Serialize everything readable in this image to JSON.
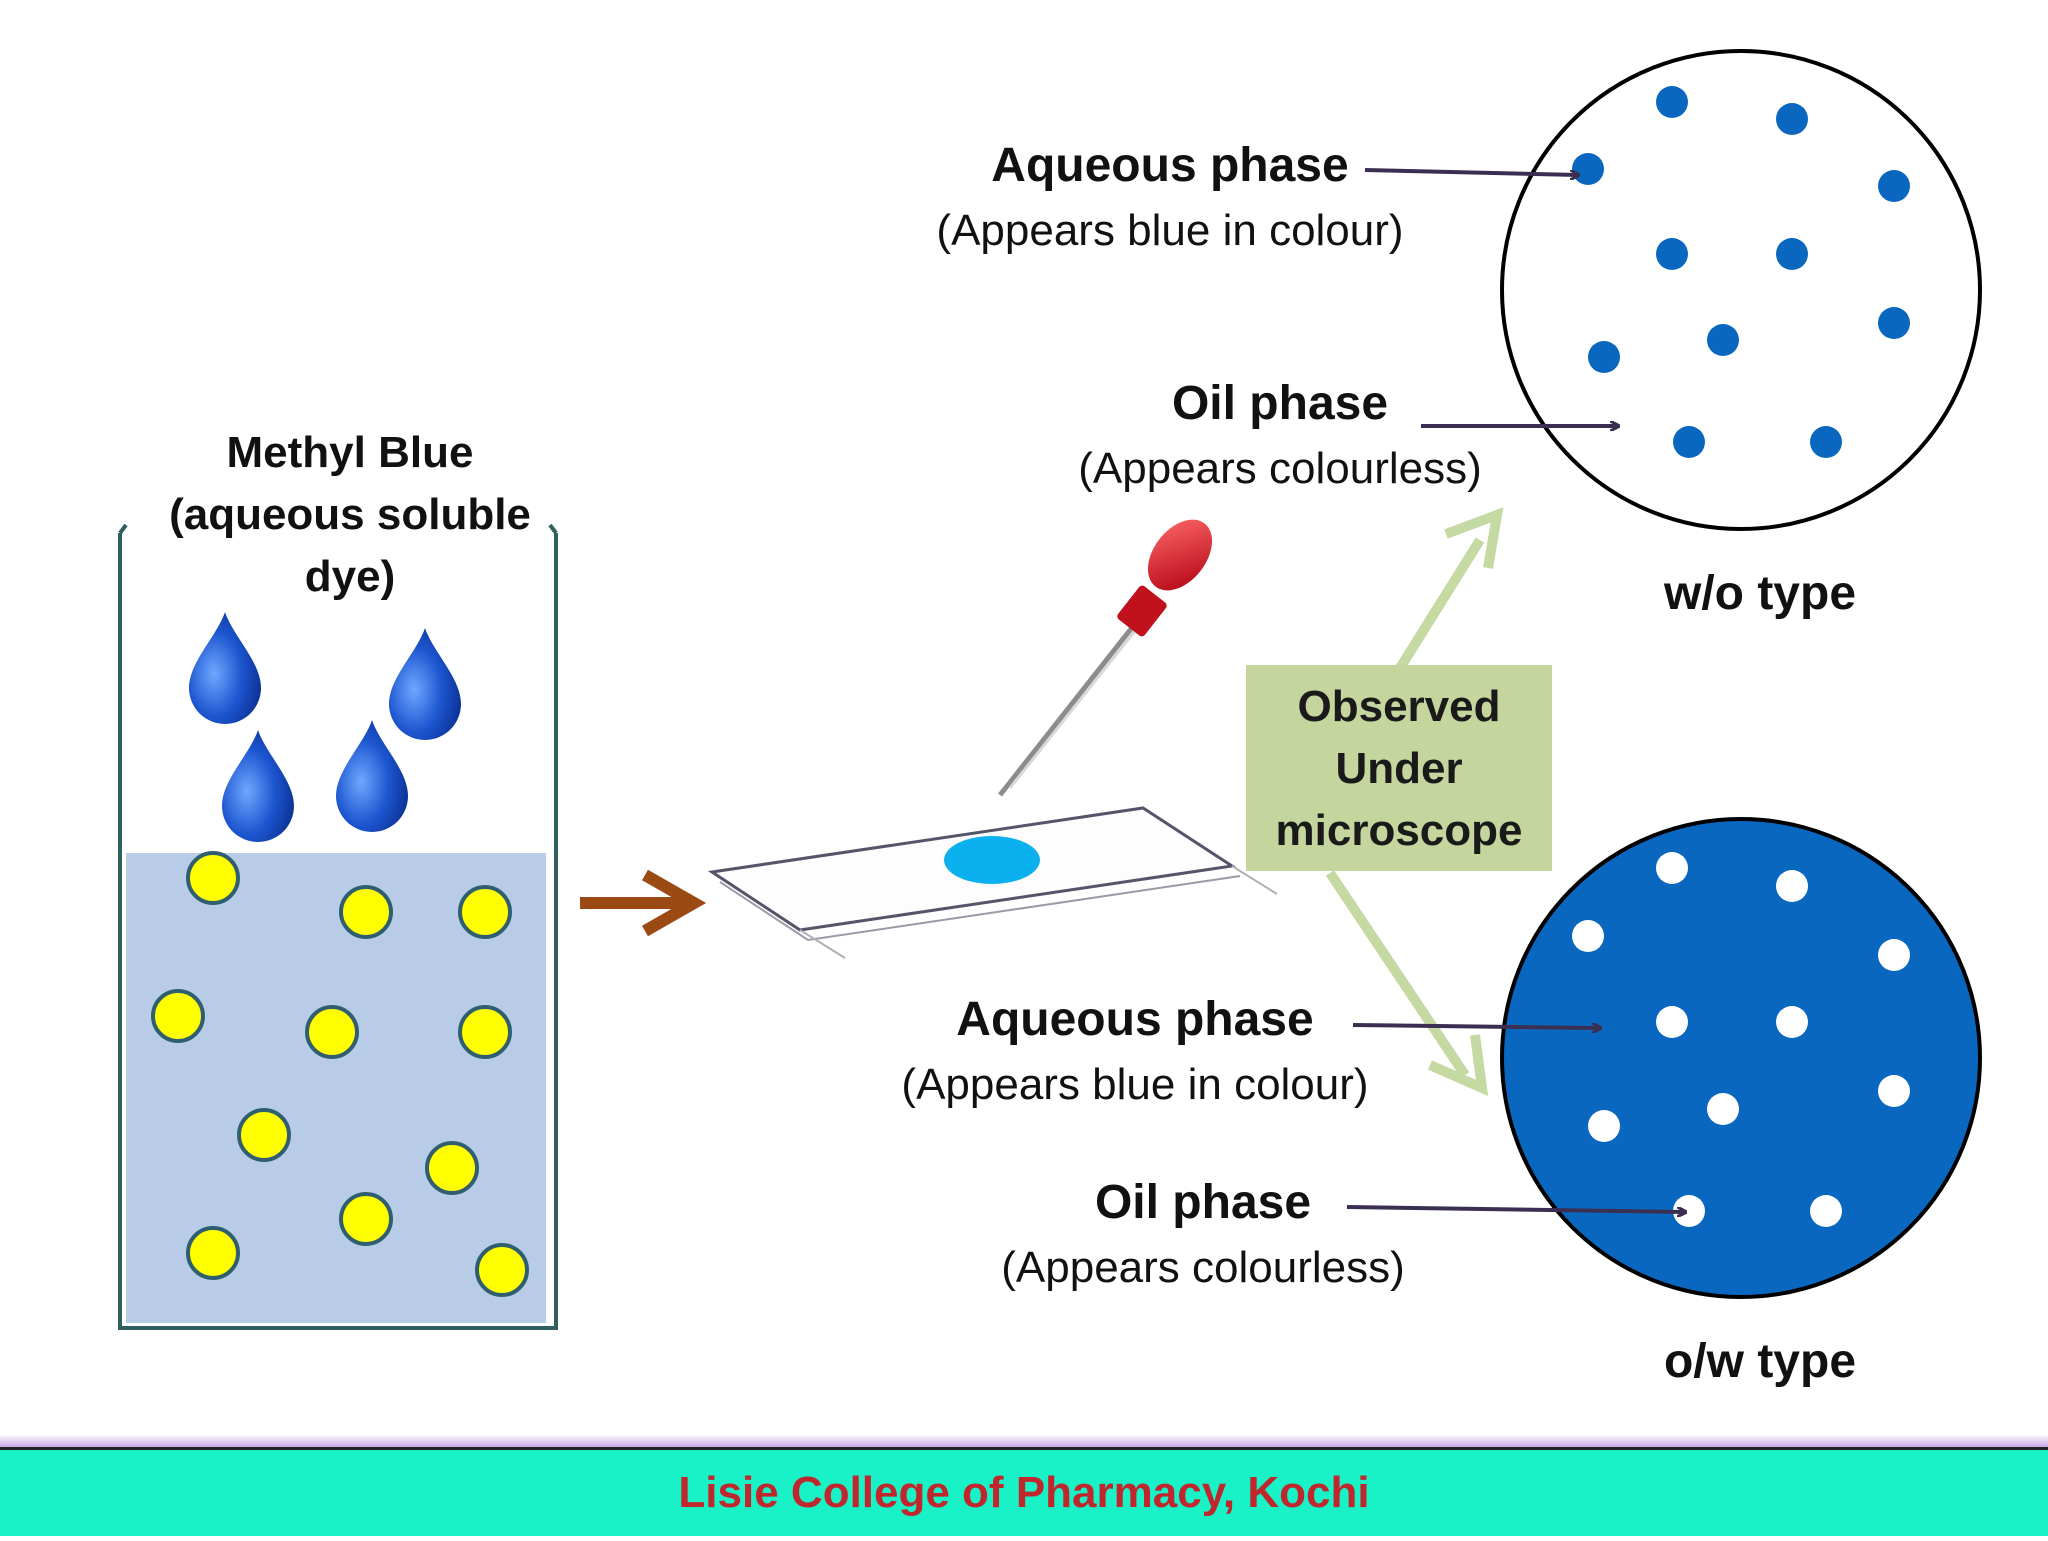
{
  "beaker": {
    "label": "Methyl Blue (aqueous soluble dye)"
  },
  "center_box": {
    "label": "Observed Under microscope"
  },
  "wo_panel": {
    "caption": "w/o type",
    "aqueous_title": "Aqueous phase",
    "aqueous_note": "(Appears blue in colour)",
    "oil_title": "Oil phase",
    "oil_note": "(Appears colourless)"
  },
  "ow_panel": {
    "caption": "o/w type",
    "aqueous_title": "Aqueous phase",
    "aqueous_note": "(Appears blue in colour)",
    "oil_title": "Oil phase",
    "oil_note": "(Appears colourless)"
  },
  "footer": {
    "text": "Lisie College of Pharmacy, Kochi"
  },
  "colors": {
    "dye_blue": "#0a67c0",
    "beaker_fill": "#b8cce8",
    "oil_globule": "#ffff00",
    "box_green": "#c4d59e",
    "footer_bg": "#19f2c6",
    "footer_text": "#c0272d"
  }
}
